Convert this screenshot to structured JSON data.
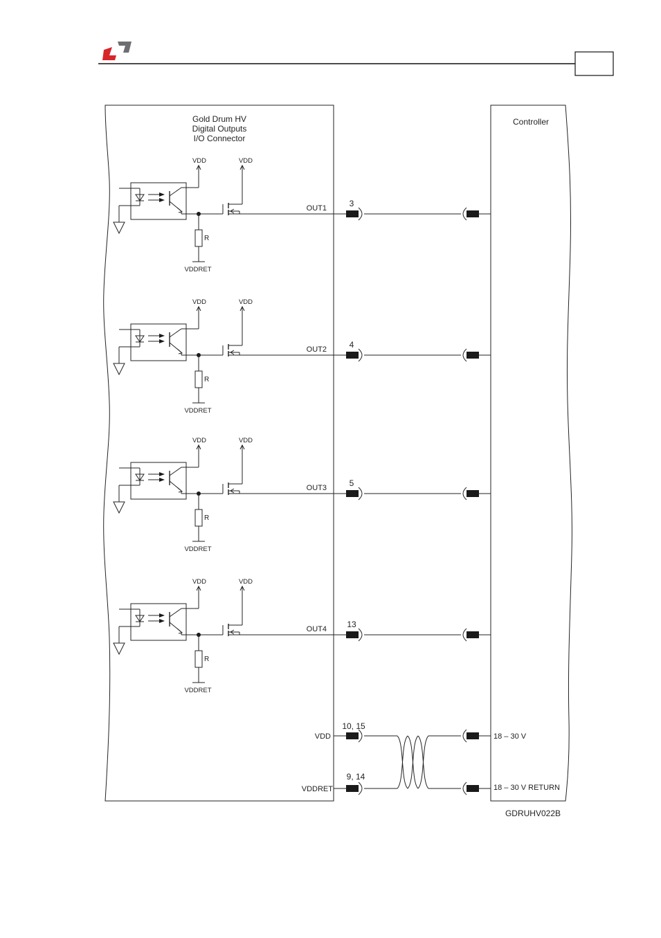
{
  "brand": {
    "logo_red": "#d6262b",
    "logo_gray": "#6d6e71"
  },
  "header": {
    "page_number": ""
  },
  "diagram": {
    "drive_title_lines": [
      "Gold Drum HV",
      "Digital Outputs",
      "I/O Connector"
    ],
    "controller_title": "Controller",
    "vdd_label": "VDD",
    "vddret_label": "VDDRET",
    "resistor_label": "R",
    "outputs": [
      {
        "name": "OUT1",
        "pin": "3"
      },
      {
        "name": "OUT2",
        "pin": "4"
      },
      {
        "name": "OUT3",
        "pin": "5"
      },
      {
        "name": "OUT4",
        "pin": "13"
      }
    ],
    "supply": {
      "vdd_name": "VDD",
      "vdd_pins": "10, 15",
      "vddret_name": "VDDRET",
      "vddret_pins": "9, 14",
      "controller_vdd": "18 – 30 V",
      "controller_return": "18 – 30 V RETURN"
    },
    "figure_id": "GDRUHV022B"
  }
}
